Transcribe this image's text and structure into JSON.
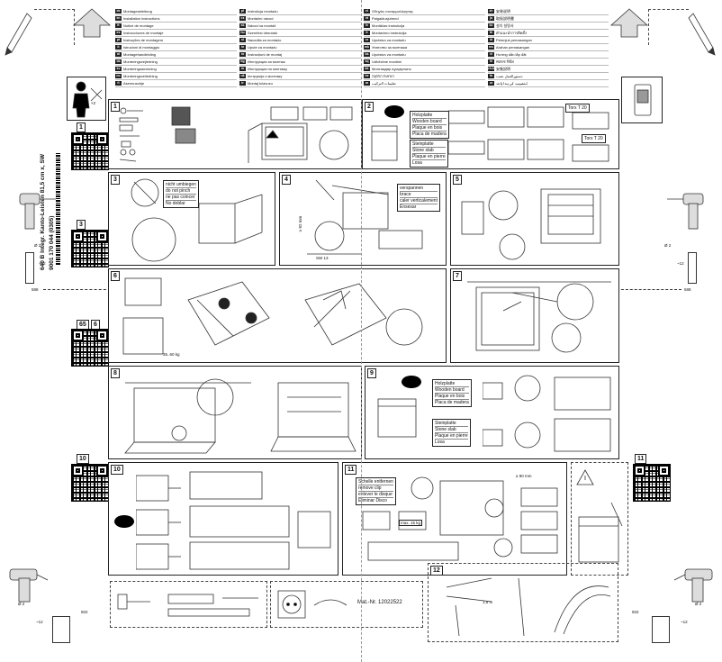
{
  "spine": {
    "product_line_1": "640 B Integr. Kanto-Leisten 81,5 cm x, SW",
    "product_line_2": "9001 170 044 (0305)"
  },
  "languages": {
    "col1": [
      [
        "de",
        "Montageanleitung"
      ],
      [
        "en",
        "Installation instructions"
      ],
      [
        "fr",
        "Notice de montage"
      ],
      [
        "es",
        "Instrucciones de montaje"
      ],
      [
        "pt",
        "Instruções de montagem"
      ],
      [
        "it",
        "Istruzioni di montaggio"
      ],
      [
        "nl",
        "Montagehandleiding"
      ],
      [
        "da",
        "Monteringsvejledning"
      ],
      [
        "sv",
        "Monteringsanvisning"
      ],
      [
        "no",
        "Monteringsveiledning"
      ],
      [
        "fi",
        "Asennusohje"
      ]
    ],
    "col2": [
      [
        "pl",
        "Instrukcja montażu"
      ],
      [
        "cs",
        "Montážní návod"
      ],
      [
        "sk",
        "Návod na montáž"
      ],
      [
        "hu",
        "Szerelési útmutató"
      ],
      [
        "sl",
        "Navodila za montažo"
      ],
      [
        "hr",
        "Upute za montažu"
      ],
      [
        "ro",
        "Instrucțiuni de montaj"
      ],
      [
        "bg",
        "Инструкция за монтаж"
      ],
      [
        "ru",
        "Инструкция по монтажу"
      ],
      [
        "uk",
        "Інструкція з монтажу"
      ],
      [
        "tr",
        "Montaj kılavuzu"
      ]
    ],
    "col3": [
      [
        "el",
        "Οδηγίες συναρμολόγησης"
      ],
      [
        "et",
        "Paigaldusjuhend"
      ],
      [
        "lv",
        "Montāžas instrukcija"
      ],
      [
        "lt",
        "Montavimo instrukcija"
      ],
      [
        "sr",
        "Uputstvo za montažu"
      ],
      [
        "mk",
        "Упатство за монтажа"
      ],
      [
        "bs",
        "Uputstvo za montažu"
      ],
      [
        "sq",
        "Udhëzime montimi"
      ],
      [
        "kk",
        "Монтаждау нұсқаулығы"
      ],
      [
        "he",
        "הוראות התקנה"
      ],
      [
        "ar",
        "تعليمات التركيب"
      ]
    ],
    "col4": [
      [
        "zh",
        "安装说明"
      ],
      [
        "ja",
        "取扱説明書"
      ],
      [
        "ko",
        "설치 설명서"
      ],
      [
        "th",
        "คำแนะนำการติดตั้ง"
      ],
      [
        "id",
        "Petunjuk pemasangan"
      ],
      [
        "ms",
        "Arahan pemasangan"
      ],
      [
        "vi",
        "Hướng dẫn lắp đặt"
      ],
      [
        "hi",
        "स्थापना निर्देश"
      ],
      [
        "zh-tw",
        "安裝說明"
      ],
      [
        "fa",
        "دستورالعمل نصب"
      ],
      [
        "ur",
        "تنصیب کی ہدایات"
      ]
    ]
  },
  "step_labels": {
    "s1": "1",
    "s2": "2",
    "s3": "3",
    "s4": "4",
    "s5": "5",
    "s6": "6",
    "s7": "7",
    "s8": "8",
    "s9": "9",
    "s10": "10",
    "s11": "11",
    "s12": "12"
  },
  "qr_labels": {
    "q1": "1",
    "q3": "3",
    "q6": "6",
    "q65": "65",
    "q10": "10",
    "q11": "11"
  },
  "worktop_wood": [
    "Holzplatte",
    "Wooden board",
    "Plaque en bois",
    "Placa de madera"
  ],
  "worktop_stone": [
    "Steinplatte",
    "Stone slab",
    "Plaque en pierre",
    "Losa"
  ],
  "torx": [
    "Torx T 20",
    "Torx T 20"
  ],
  "no_bend": [
    "nicht umbiegen",
    "do not pinch",
    "ne pas coincer",
    "No doblar"
  ],
  "bend": [
    "verspannen",
    "brace",
    "caler verticalement",
    "Ensesar"
  ],
  "scissors": [
    "Schelle entfernen",
    "remove clip",
    "enlever le disque",
    "Eliminar Disco"
  ],
  "dims": {
    "d82": "≥ 82 mm",
    "d90": "≥ 90 mm",
    "d2a": "Ø 2",
    "d12a": "~12",
    "d588l": "588",
    "d588r": "588",
    "d2b": "Ø 2",
    "d12b": "~12",
    "d502l": "502",
    "d502r": "502",
    "d2c": "Ø 2",
    "d2d": "Ø 2",
    "sw": "SW 13",
    "weight": "35..60 kg",
    "depth": "1,5 m",
    "max": "max. 15 kg"
  },
  "part": {
    "mat_label": "Mat.-Nr.",
    "mat_nr": "12022522"
  }
}
